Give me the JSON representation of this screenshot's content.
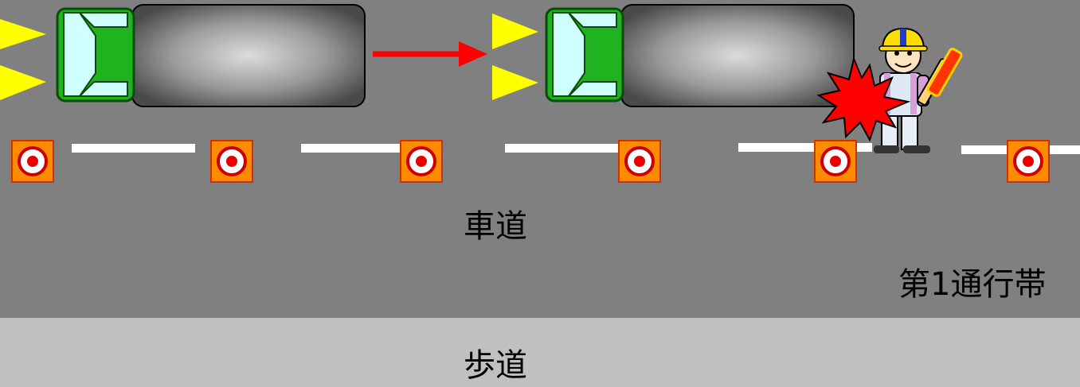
{
  "labels": {
    "road": "車道",
    "lane": "第1通行帯",
    "sidewalk": "歩道"
  },
  "colors": {
    "road": "#808080",
    "sidewalk": "#c0c0c0",
    "lane_line": "#ffffff",
    "truck_cab": "#1fb31f",
    "truck_glass": "#cfffff",
    "headlight": "#ffff00",
    "arrow": "#ff0000",
    "collision": "#ff0000",
    "cone_fill": "#ff8c00"
  }
}
